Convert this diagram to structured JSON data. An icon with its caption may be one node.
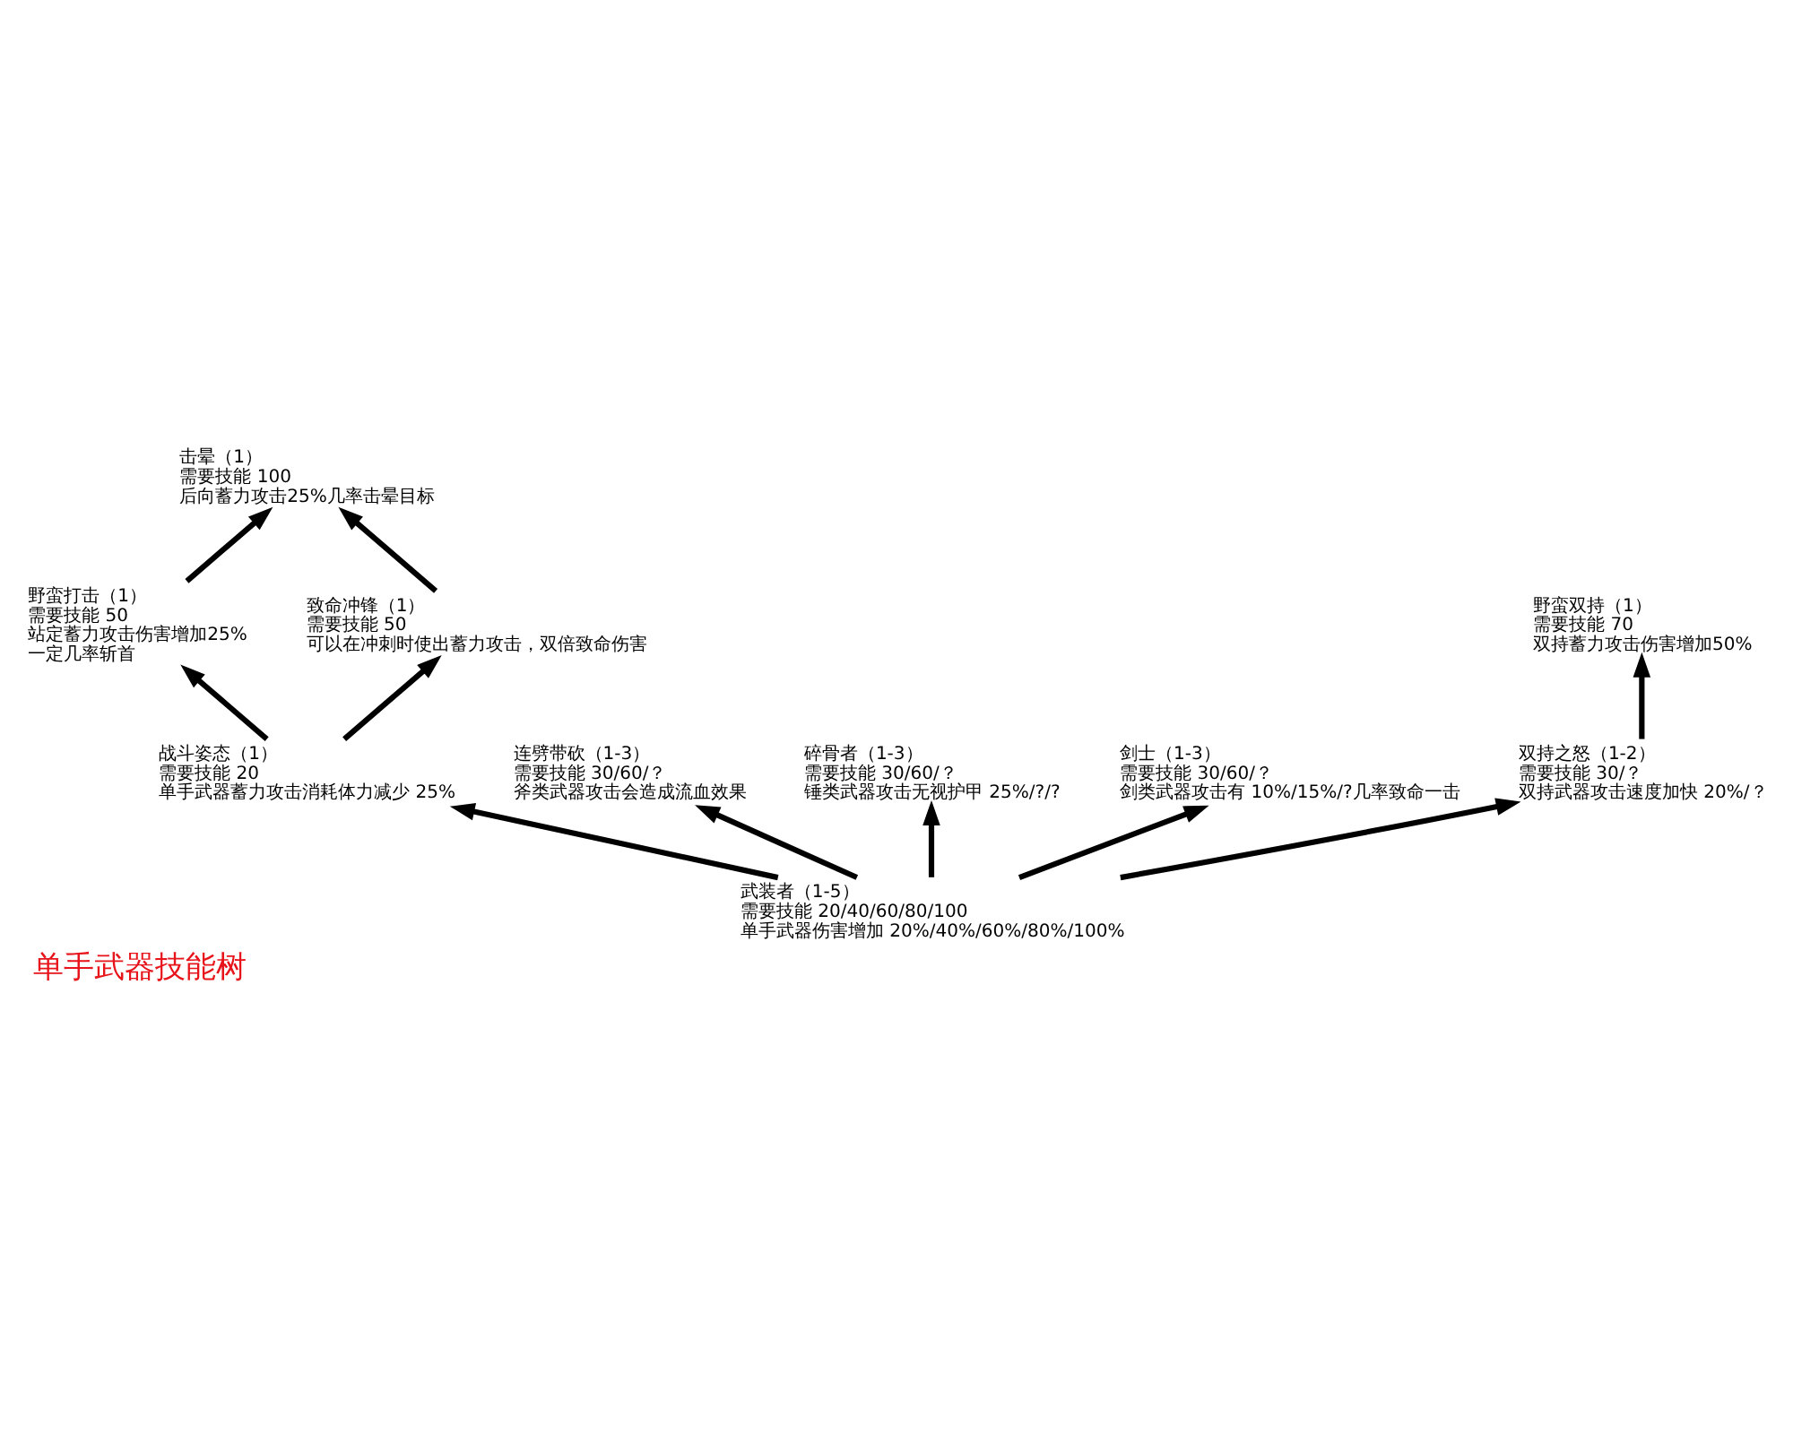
{
  "diagram": {
    "title": "单手武器技能树",
    "nodes": [
      {
        "text": [
          "击晕（1）",
          "需要技能 100",
          "后向蓄力攻击25%几率击晕目标"
        ]
      },
      {
        "text": [
          "野蛮打击（1）",
          "需要技能 50",
          "站定蓄力攻击伤害增加25%",
          "一定几率斩首"
        ]
      },
      {
        "text": [
          "致命冲锋（1）",
          "需要技能 50",
          "可以在冲刺时使出蓄力攻击，双倍致命伤害"
        ]
      },
      {
        "text": [
          "野蛮双持（1）",
          "需要技能 70",
          "双持蓄力攻击伤害增加50%"
        ]
      },
      {
        "text": [
          "战斗姿态（1）",
          "需要技能 20",
          "单手武器蓄力攻击消耗体力减少 25%"
        ]
      },
      {
        "text": [
          "连劈带砍（1-3）",
          "需要技能 30/60/？",
          "斧类武器攻击会造成流血效果"
        ]
      },
      {
        "text": [
          "碎骨者（1-3）",
          "需要技能 30/60/？",
          "锤类武器攻击无视护甲 25%/?/?"
        ]
      },
      {
        "text": [
          "剑士（1-3）",
          "需要技能 30/60/？",
          "剑类武器攻击有 10%/15%/?几率致命一击"
        ]
      },
      {
        "text": [
          "武装者（1-5）",
          "需要技能 20/40/60/80/100",
          "单手武器伤害增加 20%/40%/60%/80%/100%"
        ]
      },
      {
        "text": [
          "双持之怒（1-2）",
          "需要技能 30/？",
          "双持武器攻击速度加快 20%/？"
        ]
      }
    ],
    "edges": [
      {
        "from": 8,
        "to": 4,
        "arrow": "to"
      },
      {
        "from": 8,
        "to": 5,
        "arrow": "to"
      },
      {
        "from": 8,
        "to": 6,
        "arrow": "to"
      },
      {
        "from": 8,
        "to": 7,
        "arrow": "to"
      },
      {
        "from": 8,
        "to": 9,
        "arrow": "to"
      },
      {
        "from": 9,
        "to": 3,
        "arrow": "to"
      },
      {
        "from": 4,
        "to": 1,
        "arrow": "to"
      },
      {
        "from": 4,
        "to": 2,
        "arrow": "to"
      },
      {
        "from": 1,
        "to": 0,
        "arrow": "to"
      },
      {
        "from": 2,
        "to": 0,
        "arrow": "to"
      }
    ]
  }
}
